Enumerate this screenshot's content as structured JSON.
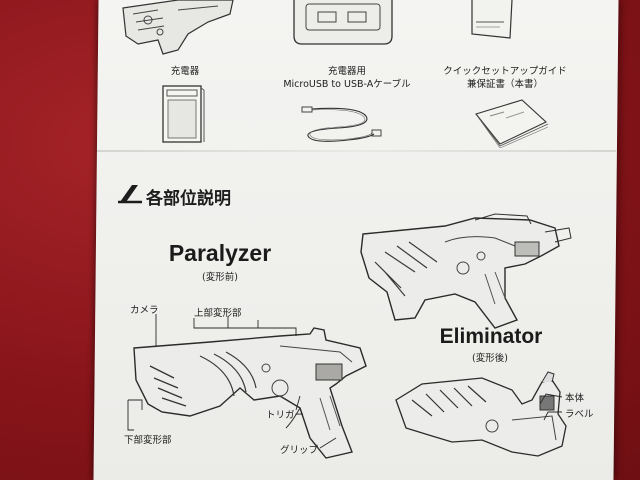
{
  "contents": [
    {
      "label": "充電器"
    },
    {
      "label_line1": "充電器用",
      "label_line2": "MicroUSB to USB-Aケーブル"
    },
    {
      "label_line1": "クイックセットアップガイド",
      "label_line2": "兼保証書（本書）"
    }
  ],
  "section_title": "各部位説明",
  "paralyzer": {
    "name": "Paralyzer",
    "mode": "(変形前)",
    "parts": {
      "camera": "カメラ",
      "upper": "上部変形部",
      "trigger": "トリガー",
      "grip": "グリップ",
      "lower": "下部変形部"
    }
  },
  "eliminator": {
    "name": "Eliminator",
    "mode": "(変形後)",
    "parts": {
      "body": "本体",
      "label": "ラベル"
    }
  }
}
